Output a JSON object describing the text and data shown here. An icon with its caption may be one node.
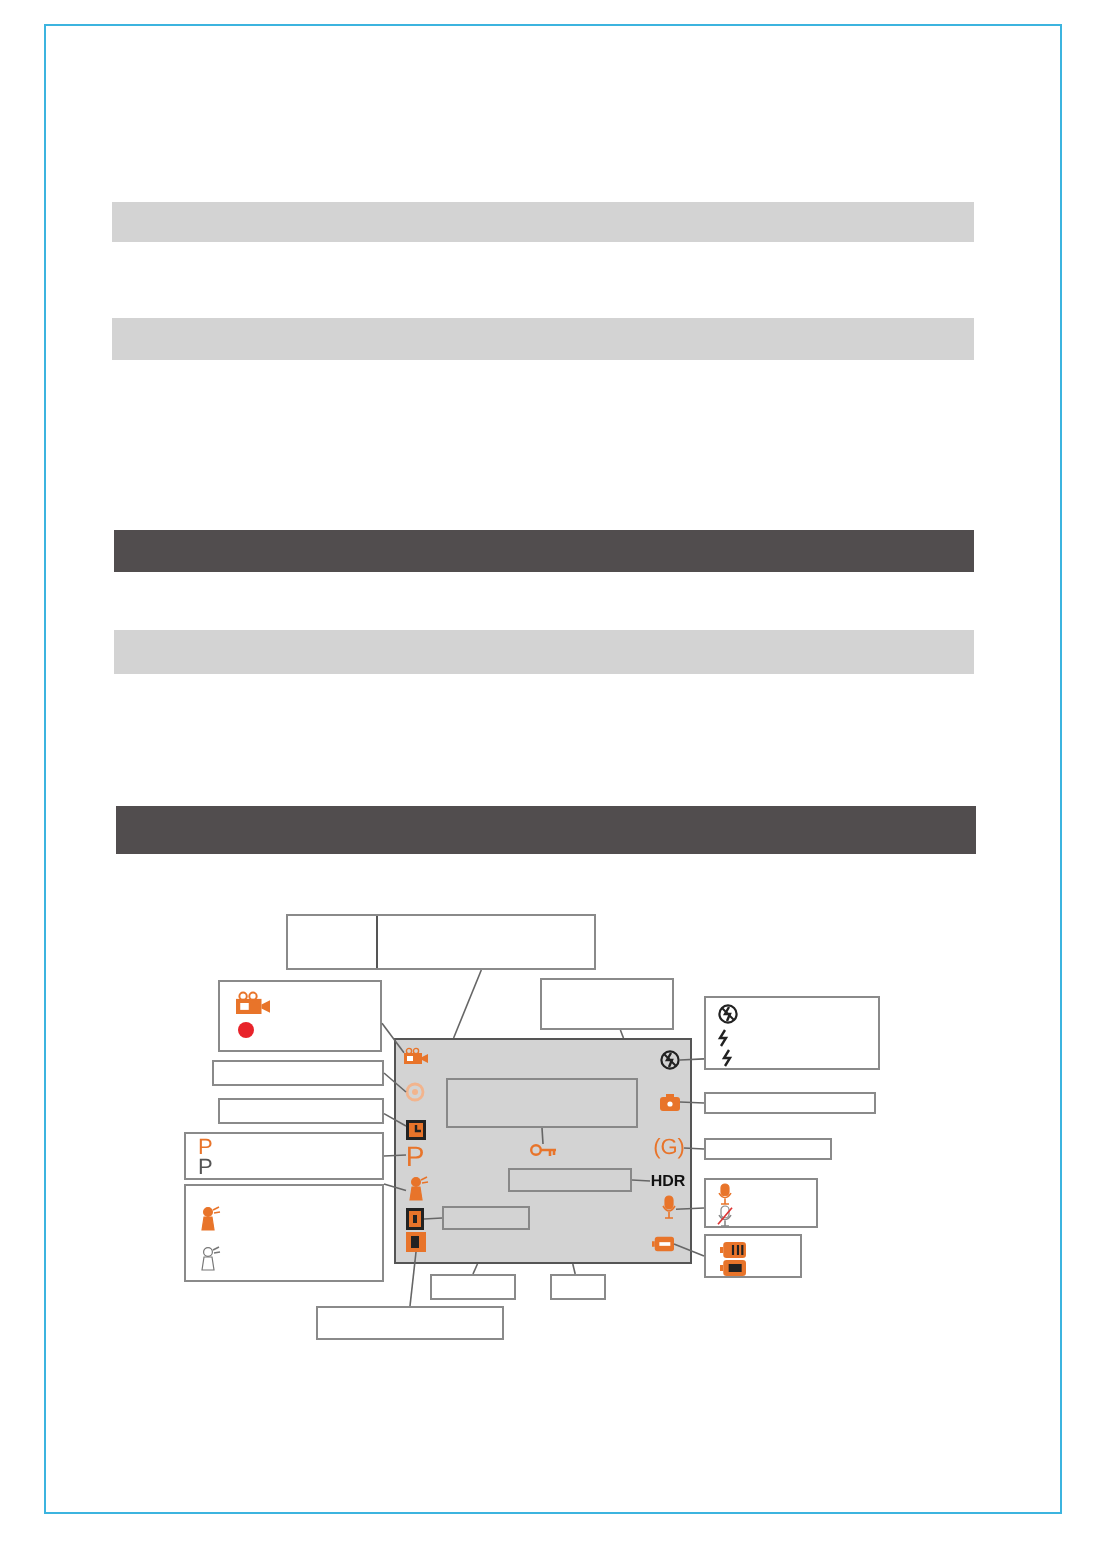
{
  "diagram": {
    "nodes": [
      {
        "text": [],
        "shape": "bar"
      },
      {
        "text": [],
        "shape": "bar"
      },
      {
        "text": [],
        "shape": "bar"
      },
      {
        "text": [],
        "shape": "bar"
      },
      {
        "text": [],
        "shape": "bar"
      },
      {
        "text": [],
        "shape": "box"
      },
      {
        "text": [],
        "shape": "box"
      },
      {
        "text": [],
        "shape": "box"
      },
      {
        "text": [],
        "shape": "box"
      },
      {
        "text": [],
        "shape": "box"
      },
      {
        "text": [],
        "shape": "picture",
        "in": 9
      },
      {
        "text": [],
        "shape": "picture",
        "in": 9
      },
      {
        "text": [],
        "shape": "picture",
        "in": 9
      },
      {
        "text": [
          "P"
        ],
        "in": 9
      },
      {
        "text": [],
        "shape": "picture",
        "in": 9
      },
      {
        "text": [],
        "shape": "picture",
        "in": 9
      },
      {
        "text": [],
        "shape": "picture",
        "in": 9
      },
      {
        "text": [],
        "shape": "box",
        "in": 9
      },
      {
        "text": [],
        "shape": "picture",
        "in": 9
      },
      {
        "text": [],
        "shape": "box",
        "in": 9
      },
      {
        "text": [
          "HDR"
        ],
        "in": 9
      },
      {
        "text": [],
        "shape": "box",
        "in": 9
      },
      {
        "text": [],
        "shape": "picture",
        "in": 9
      },
      {
        "text": [],
        "shape": "picture",
        "in": 9
      },
      {
        "text": [
          "(G)"
        ],
        "in": 9
      },
      {
        "text": [],
        "shape": "picture",
        "in": 9
      },
      {
        "text": [],
        "shape": "picture",
        "in": 9
      },
      {
        "text": [],
        "shape": "box"
      },
      {
        "text": [],
        "shape": "box"
      },
      {
        "text": [
          "P",
          "P"
        ]
      },
      {
        "text": [],
        "shape": "box"
      },
      {
        "text": [],
        "shape": "box"
      },
      {
        "text": [],
        "shape": "box"
      },
      {
        "text": [],
        "shape": "box"
      },
      {
        "text": [],
        "shape": "box"
      },
      {
        "text": [],
        "shape": "box"
      },
      {
        "text": [],
        "shape": "box"
      },
      {
        "text": [],
        "shape": "box"
      }
    ],
    "edges": [
      {
        "from": 5,
        "to": 9,
        "arrow": "none"
      },
      {
        "from": 6,
        "to": 9,
        "arrow": "none"
      },
      {
        "from": 7,
        "to": 10,
        "arrow": "none"
      },
      {
        "from": 27,
        "to": 11,
        "arrow": "none"
      },
      {
        "from": 28,
        "to": 12,
        "arrow": "none"
      },
      {
        "from": 29,
        "to": 13,
        "arrow": "none"
      },
      {
        "from": 30,
        "to": 14,
        "arrow": "none"
      },
      {
        "from": 17,
        "to": 18,
        "arrow": "none"
      },
      {
        "from": 19,
        "to": 20,
        "arrow": "none"
      },
      {
        "from": 21,
        "to": 15,
        "arrow": "none"
      },
      {
        "from": 37,
        "to": 16,
        "arrow": "none"
      },
      {
        "from": 35,
        "to": 9,
        "arrow": "none"
      },
      {
        "from": 36,
        "to": 9,
        "arrow": "none"
      },
      {
        "from": 8,
        "to": 22,
        "arrow": "none"
      },
      {
        "from": 31,
        "to": 23,
        "arrow": "none"
      },
      {
        "from": 32,
        "to": 24,
        "arrow": "none"
      },
      {
        "from": 33,
        "to": 25,
        "arrow": "none"
      },
      {
        "from": 34,
        "to": 26,
        "arrow": "none"
      }
    ]
  }
}
